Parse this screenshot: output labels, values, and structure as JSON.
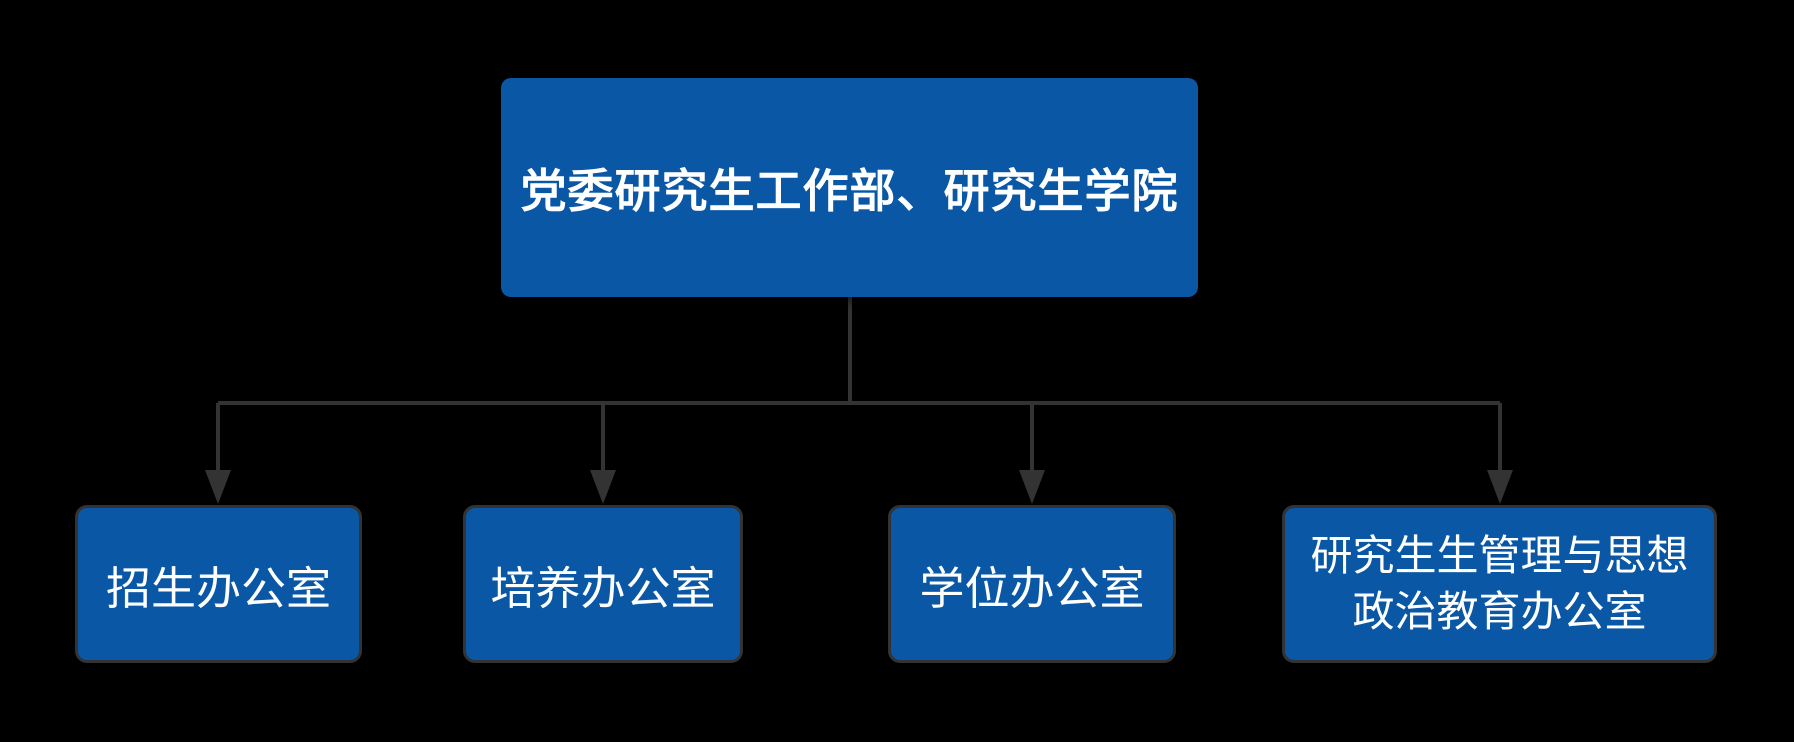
{
  "diagram": {
    "type": "org-chart",
    "colors": {
      "background": "#000000",
      "node_fill": "#0957a5",
      "node_text": "#ffffff",
      "node_border": "#333333",
      "connector": "#333333"
    },
    "root": {
      "label": "党委研究生工作部、研究生学院"
    },
    "children": [
      {
        "label": "招生办公室"
      },
      {
        "label": "培养办公室"
      },
      {
        "label": "学位办公室"
      },
      {
        "label": "研究生管理与思想政治教育办公室",
        "label_lines": [
          "研究生生管理与思想",
          "政治教育办公室"
        ]
      }
    ]
  }
}
